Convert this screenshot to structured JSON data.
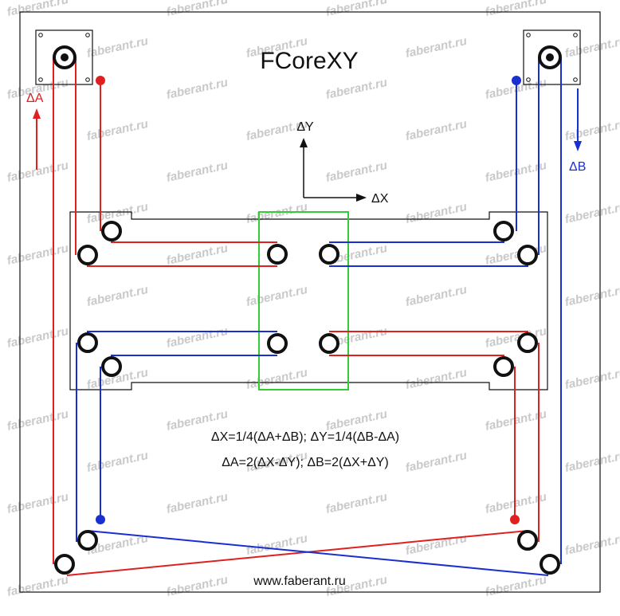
{
  "title": "FCoreXY",
  "axis_y_label": "ΔY",
  "axis_x_label": "ΔX",
  "motor_a_label": "ΔA",
  "motor_b_label": "ΔB",
  "formula_line1": "ΔX=1/4(ΔA+ΔB);  ΔY=1/4(ΔB-ΔA)",
  "formula_line2": "ΔA=2(ΔX-ΔY);  ΔB=2(ΔX+ΔY)",
  "footer_url": "www.faberant.ru",
  "watermark_text": "faberant.ru",
  "colors": {
    "belt_a": "#e02020",
    "belt_b": "#1a2fd0",
    "carriage": "#33cc33",
    "outline": "#111111",
    "watermark": "#c9c9c9"
  }
}
